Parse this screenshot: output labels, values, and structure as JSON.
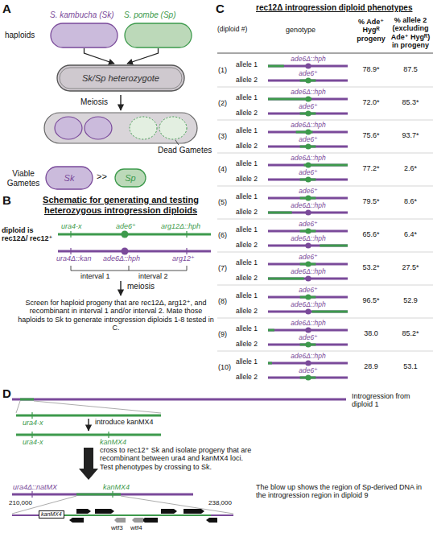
{
  "diagram": {
    "nodes": [
      {
        "text": [
          "S. kambucha (Sk)"
        ]
      },
      {
        "text": [
          "S. pombe (Sp)"
        ]
      },
      {
        "text": [
          "Sk/Sp heterozygote"
        ]
      },
      {
        "text": [
          "Sk"
        ]
      },
      {
        "text": [
          "Sp"
        ]
      },
      {
        "text": [
          "kanMX4"
        ]
      }
    ],
    "edges": [
      {
        "from": 0,
        "to": 2,
        "arrow": "to"
      },
      {
        "from": 1,
        "to": 2,
        "arrow": "to"
      }
    ],
    "labels": [
      "A",
      "haploids",
      "Meiosis",
      "Dead Gametes",
      "Viable Gametes",
      ">>",
      "B",
      "Schematic for generating and testing heterozygous introgression diploids",
      "diploid is rec12Δ/ rec12⁺",
      "ura4-x",
      "ade6⁺",
      "arg12Δ::hph",
      "ura4Δ::kan",
      "ade6Δ::hph",
      "arg12⁺",
      "interval 1",
      "interval 2",
      "meiosis",
      "Screen for haploid progeny that are rec12Δ, arg12⁺, and recombinant in interval 1 and/or interval 2. Mate those haploids to Sk to generate introgression diploids 1-8 tested in C.",
      "C",
      "rec12Δ introgression diploid phenotypes",
      "(diploid #)",
      "genotype",
      "% Ade⁺ Hygᴿ progeny",
      "% allele 2 (excluding Ade⁺ Hygᴿ) in progeny",
      "(1)",
      "allele 1",
      "ade6Δ::hph",
      "allele 2",
      "ade6⁺",
      "78.9*",
      "87.5",
      "(2)",
      "allele 1",
      "ade6Δ::hph",
      "allele 2",
      "ade6⁺",
      "72.0*",
      "85.3*",
      "(3)",
      "allele 1",
      "ade6Δ::hph",
      "allele 2",
      "ade6⁺",
      "75.6*",
      "93.7*",
      "(4)",
      "allele 1",
      "ade6Δ::hph",
      "allele 2",
      "ade6⁺",
      "77.2*",
      "2.6*",
      "(5)",
      "allele 1",
      "ade6⁺",
      "allele 2",
      "ade6Δ::hph",
      "79.5*",
      "8.6*",
      "(6)",
      "allele 1",
      "ade6⁺",
      "allele 2",
      "ade6Δ::hph",
      "65.6*",
      "6.4*",
      "(7)",
      "allele 1",
      "ade6⁺",
      "allele 2",
      "ade6Δ::hph",
      "53.2*",
      "27.5*",
      "(8)",
      "allele 1",
      "ade6⁺",
      "allele 2",
      "ade6Δ::hph",
      "96.5*",
      "52.9",
      "(9)",
      "allele 1",
      "ade6Δ::hph",
      "allele 2",
      "ade6⁺",
      "38.0",
      "85.2*",
      "(10)",
      "allele 1",
      "ade6Δ::hph",
      "allele 2",
      "ade6⁺",
      "28.9",
      "53.1",
      "D",
      "Introgression from diploid 1",
      "ura4-x",
      "introduce kanMX4",
      "ura4-x",
      "kanMX4",
      "cross to rec12⁺ Sk and isolate progeny that are recombinant between ura4 and kanMX4 loci. Test phenotypes by crossing to Sk.",
      "ura4Δ::natMX",
      "kanMX4",
      "The blow up shows the region of Sp-derived DNA in the introgression region in diploid 9",
      "210,000",
      "238,000",
      "wtf3",
      "wtf4"
    ]
  }
}
